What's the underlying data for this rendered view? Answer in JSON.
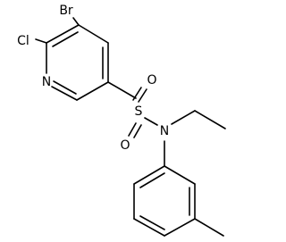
{
  "atoms": {
    "bromine": "Br",
    "chlorine": "Cl",
    "pyridine_nitrogen": "N",
    "sulfur": "S",
    "oxygen_top": "O",
    "oxygen_bottom": "O",
    "amide_nitrogen": "N"
  },
  "colors": {
    "bond": "#000000",
    "label": "#000000",
    "background": "#ffffff"
  }
}
